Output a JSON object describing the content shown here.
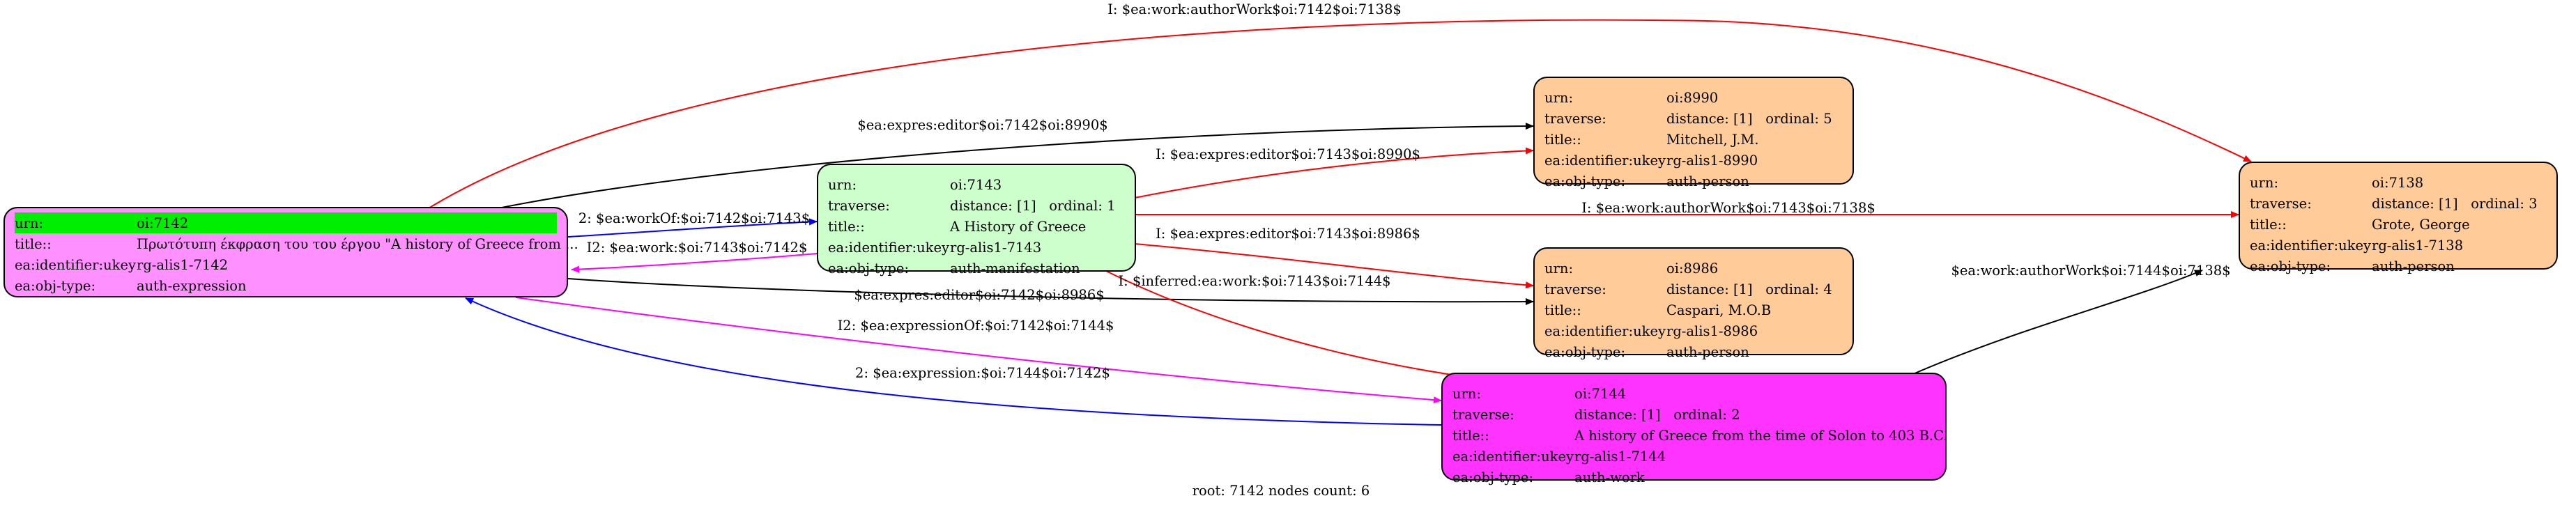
{
  "footer": "root: 7142 nodes count: 6",
  "colors": {
    "n7142": "#ff90ff",
    "n7143": "#ccffcc",
    "n8990": "#ffcc99",
    "n8986": "#ffcc99",
    "n7144": "#ff33ff",
    "n7138": "#ffcc99",
    "highlight": "#00ee00"
  },
  "nodes": {
    "n7142": {
      "urn_k": "urn:",
      "urn_v": "oi:7142",
      "title_k": "title::",
      "title_v": "Πρωτότυπη έκφραση του του έργου \"A history of Greece from ...",
      "id_k": "ea:identifier:ukey",
      "id_v": "rg-alis1-7142",
      "type_k": "ea:obj-type:",
      "type_v": "auth-expression"
    },
    "n7143": {
      "urn_k": "urn:",
      "urn_v": "oi:7143",
      "trav_k": "traverse:",
      "trav_d": "distance: [1]",
      "trav_o": "ordinal: 1",
      "title_k": "title::",
      "title_v": "A History of Greece",
      "id_k": "ea:identifier:ukey",
      "id_v": "rg-alis1-7143",
      "type_k": "ea:obj-type:",
      "type_v": "auth-manifestation"
    },
    "n8990": {
      "urn_k": "urn:",
      "urn_v": "oi:8990",
      "trav_k": "traverse:",
      "trav_d": "distance: [1]",
      "trav_o": "ordinal: 5",
      "title_k": "title::",
      "title_v": "Mitchell, J.M.",
      "id_k": "ea:identifier:ukey",
      "id_v": "rg-alis1-8990",
      "type_k": "ea:obj-type:",
      "type_v": "auth-person"
    },
    "n8986": {
      "urn_k": "urn:",
      "urn_v": "oi:8986",
      "trav_k": "traverse:",
      "trav_d": "distance: [1]",
      "trav_o": "ordinal: 4",
      "title_k": "title::",
      "title_v": "Caspari, M.O.B",
      "id_k": "ea:identifier:ukey",
      "id_v": "rg-alis1-8986",
      "type_k": "ea:obj-type:",
      "type_v": "auth-person"
    },
    "n7144": {
      "urn_k": "urn:",
      "urn_v": "oi:7144",
      "trav_k": "traverse:",
      "trav_d": "distance: [1]",
      "trav_o": "ordinal: 2",
      "title_k": "title::",
      "title_v": "A history of Greece from the time of Solon to 403 B.C.",
      "id_k": "ea:identifier:ukey",
      "id_v": "rg-alis1-7144",
      "type_k": "ea:obj-type:",
      "type_v": "auth-work"
    },
    "n7138": {
      "urn_k": "urn:",
      "urn_v": "oi:7138",
      "trav_k": "traverse:",
      "trav_d": "distance: [1]",
      "trav_o": "ordinal: 3",
      "title_k": "title::",
      "title_v": "Grote, George",
      "id_k": "ea:identifier:ukey",
      "id_v": "rg-alis1-7138",
      "type_k": "ea:obj-type:",
      "type_v": "auth-person"
    }
  },
  "edges": {
    "e1": "I: $ea:work:authorWork$oi:7142$oi:7138$",
    "e2": "$ea:expres:editor$oi:7142$oi:8990$",
    "e3": "2: $ea:workOf:$oi:7142$oi:7143$",
    "e4": "I2: $ea:work:$oi:7143$oi:7142$",
    "e5": "I: $ea:expres:editor$oi:7143$oi:8990$",
    "e6": "I: $ea:work:authorWork$oi:7143$oi:7138$",
    "e7": "I: $ea:expres:editor$oi:7143$oi:8986$",
    "e8": "$ea:expres:editor$oi:7142$oi:8986$",
    "e9": "I: $inferred:ea:work:$oi:7143$oi:7144$",
    "e10": "I2: $ea:expressionOf:$oi:7142$oi:7144$",
    "e11": "2: $ea:expression:$oi:7144$oi:7142$",
    "e12": "$ea:work:authorWork$oi:7144$oi:7138$"
  }
}
